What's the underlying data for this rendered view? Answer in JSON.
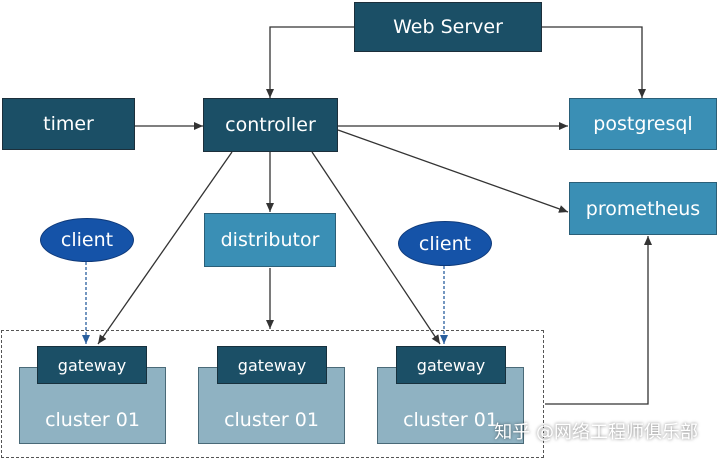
{
  "nodes": {
    "web_server": "Web Server",
    "timer": "timer",
    "controller": "controller",
    "postgresql": "postgresql",
    "prometheus": "prometheus",
    "distributor": "distributor",
    "client_left": "client",
    "client_right": "client"
  },
  "clusters": [
    {
      "gateway": "gateway",
      "name": "cluster 01"
    },
    {
      "gateway": "gateway",
      "name": "cluster 01"
    },
    {
      "gateway": "gateway",
      "name": "cluster 01"
    }
  ],
  "watermark": "知乎 @网络工程师俱乐部",
  "colors": {
    "dark_box": "#1b4f66",
    "light_box": "#3a8fb5",
    "cluster_box": "#8fb2c2",
    "client_ellipse": "#1553a8"
  }
}
